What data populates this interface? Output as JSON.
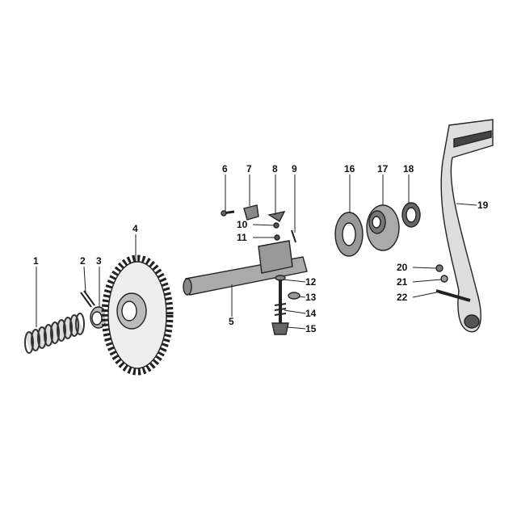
{
  "diagram": {
    "type": "exploded-parts-diagram",
    "parts": [
      {
        "number": "1",
        "part": "spring"
      },
      {
        "number": "2",
        "part": "pin"
      },
      {
        "number": "3",
        "part": "bushing"
      },
      {
        "number": "4",
        "part": "gear"
      },
      {
        "number": "5",
        "part": "shaft"
      },
      {
        "number": "6",
        "part": "screw"
      },
      {
        "number": "7",
        "part": "clamp"
      },
      {
        "number": "8",
        "part": "lever"
      },
      {
        "number": "9",
        "part": "pin"
      },
      {
        "number": "10",
        "part": "washer"
      },
      {
        "number": "11",
        "part": "clip"
      },
      {
        "number": "12",
        "part": "bolt"
      },
      {
        "number": "13",
        "part": "washer"
      },
      {
        "number": "14",
        "part": "spring"
      },
      {
        "number": "15",
        "part": "nut"
      },
      {
        "number": "16",
        "part": "gasket"
      },
      {
        "number": "17",
        "part": "flange"
      },
      {
        "number": "18",
        "part": "seal"
      },
      {
        "number": "19",
        "part": "pedal"
      },
      {
        "number": "20",
        "part": "nut"
      },
      {
        "number": "21",
        "part": "washer"
      },
      {
        "number": "22",
        "part": "bolt"
      }
    ]
  }
}
